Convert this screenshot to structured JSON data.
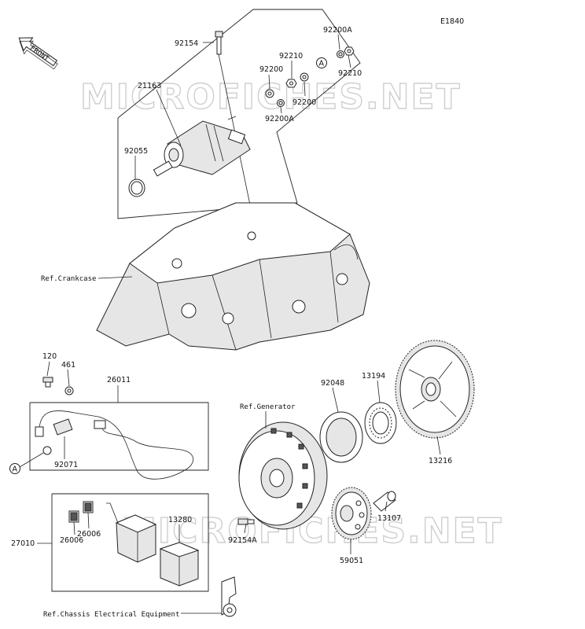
{
  "diagram_id": "E1840",
  "front_label": "FRONT",
  "watermark": "MICROFICHES.NET",
  "callout_a": "A",
  "parts": {
    "p92154": "92154",
    "p92200A_1": "92200A",
    "p92210_1": "92210",
    "p92200_1": "92200",
    "p92210_2": "92210",
    "p92200_2": "92200",
    "p92200A_2": "92200A",
    "p21163": "21163",
    "p92055": "92055",
    "p120": "120",
    "p461": "461",
    "p26011": "26011",
    "p92071": "92071",
    "p27010": "27010",
    "p26006_1": "26006",
    "p26006_2": "26006",
    "p13280": "13280",
    "p92048": "92048",
    "p13194": "13194",
    "p13216": "13216",
    "p13107": "13107",
    "p92154A": "92154A",
    "p59051": "59051"
  },
  "refs": {
    "crankcase": "Ref.Crankcase",
    "generator": "Ref.Generator",
    "chassis": "Ref.Chassis Electrical Equipment"
  }
}
